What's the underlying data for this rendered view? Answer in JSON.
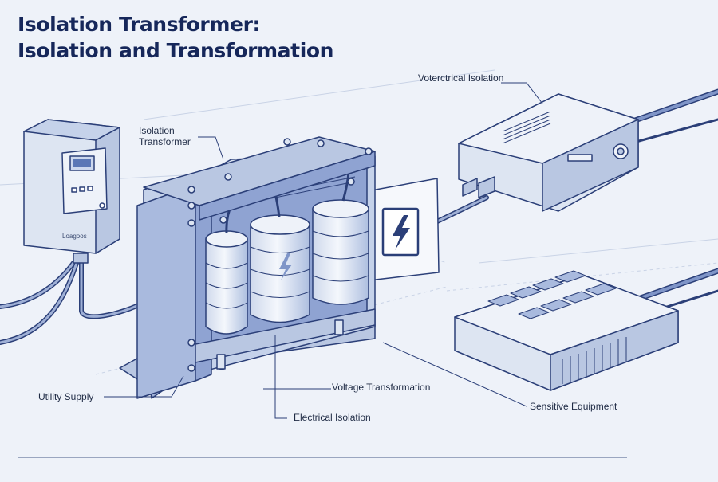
{
  "title": {
    "line1": "Isolation Transformer:",
    "line2": "Isolation and Transformation"
  },
  "labels": {
    "isolation_transformer_line1": "Isolation",
    "isolation_transformer_line2": "Transformer",
    "top_right": "Voterctrical Isolation",
    "utility_supply": "Utility Supply",
    "voltage_transformation": "Voltage Transformation",
    "electrical_isolation": "Electrical Isolation",
    "sensitive_equipment": "Sensitive Equipment"
  },
  "control_box": {
    "logo": "Loagoos"
  },
  "colors": {
    "background": "#eef2f9",
    "line": "#2b3f78",
    "fill_light": "#dde5f2",
    "fill_mid": "#b9c7e2",
    "accent": "#3f5fa8",
    "cable": "#5b74b3"
  },
  "icons": [
    "lightning-icon"
  ]
}
